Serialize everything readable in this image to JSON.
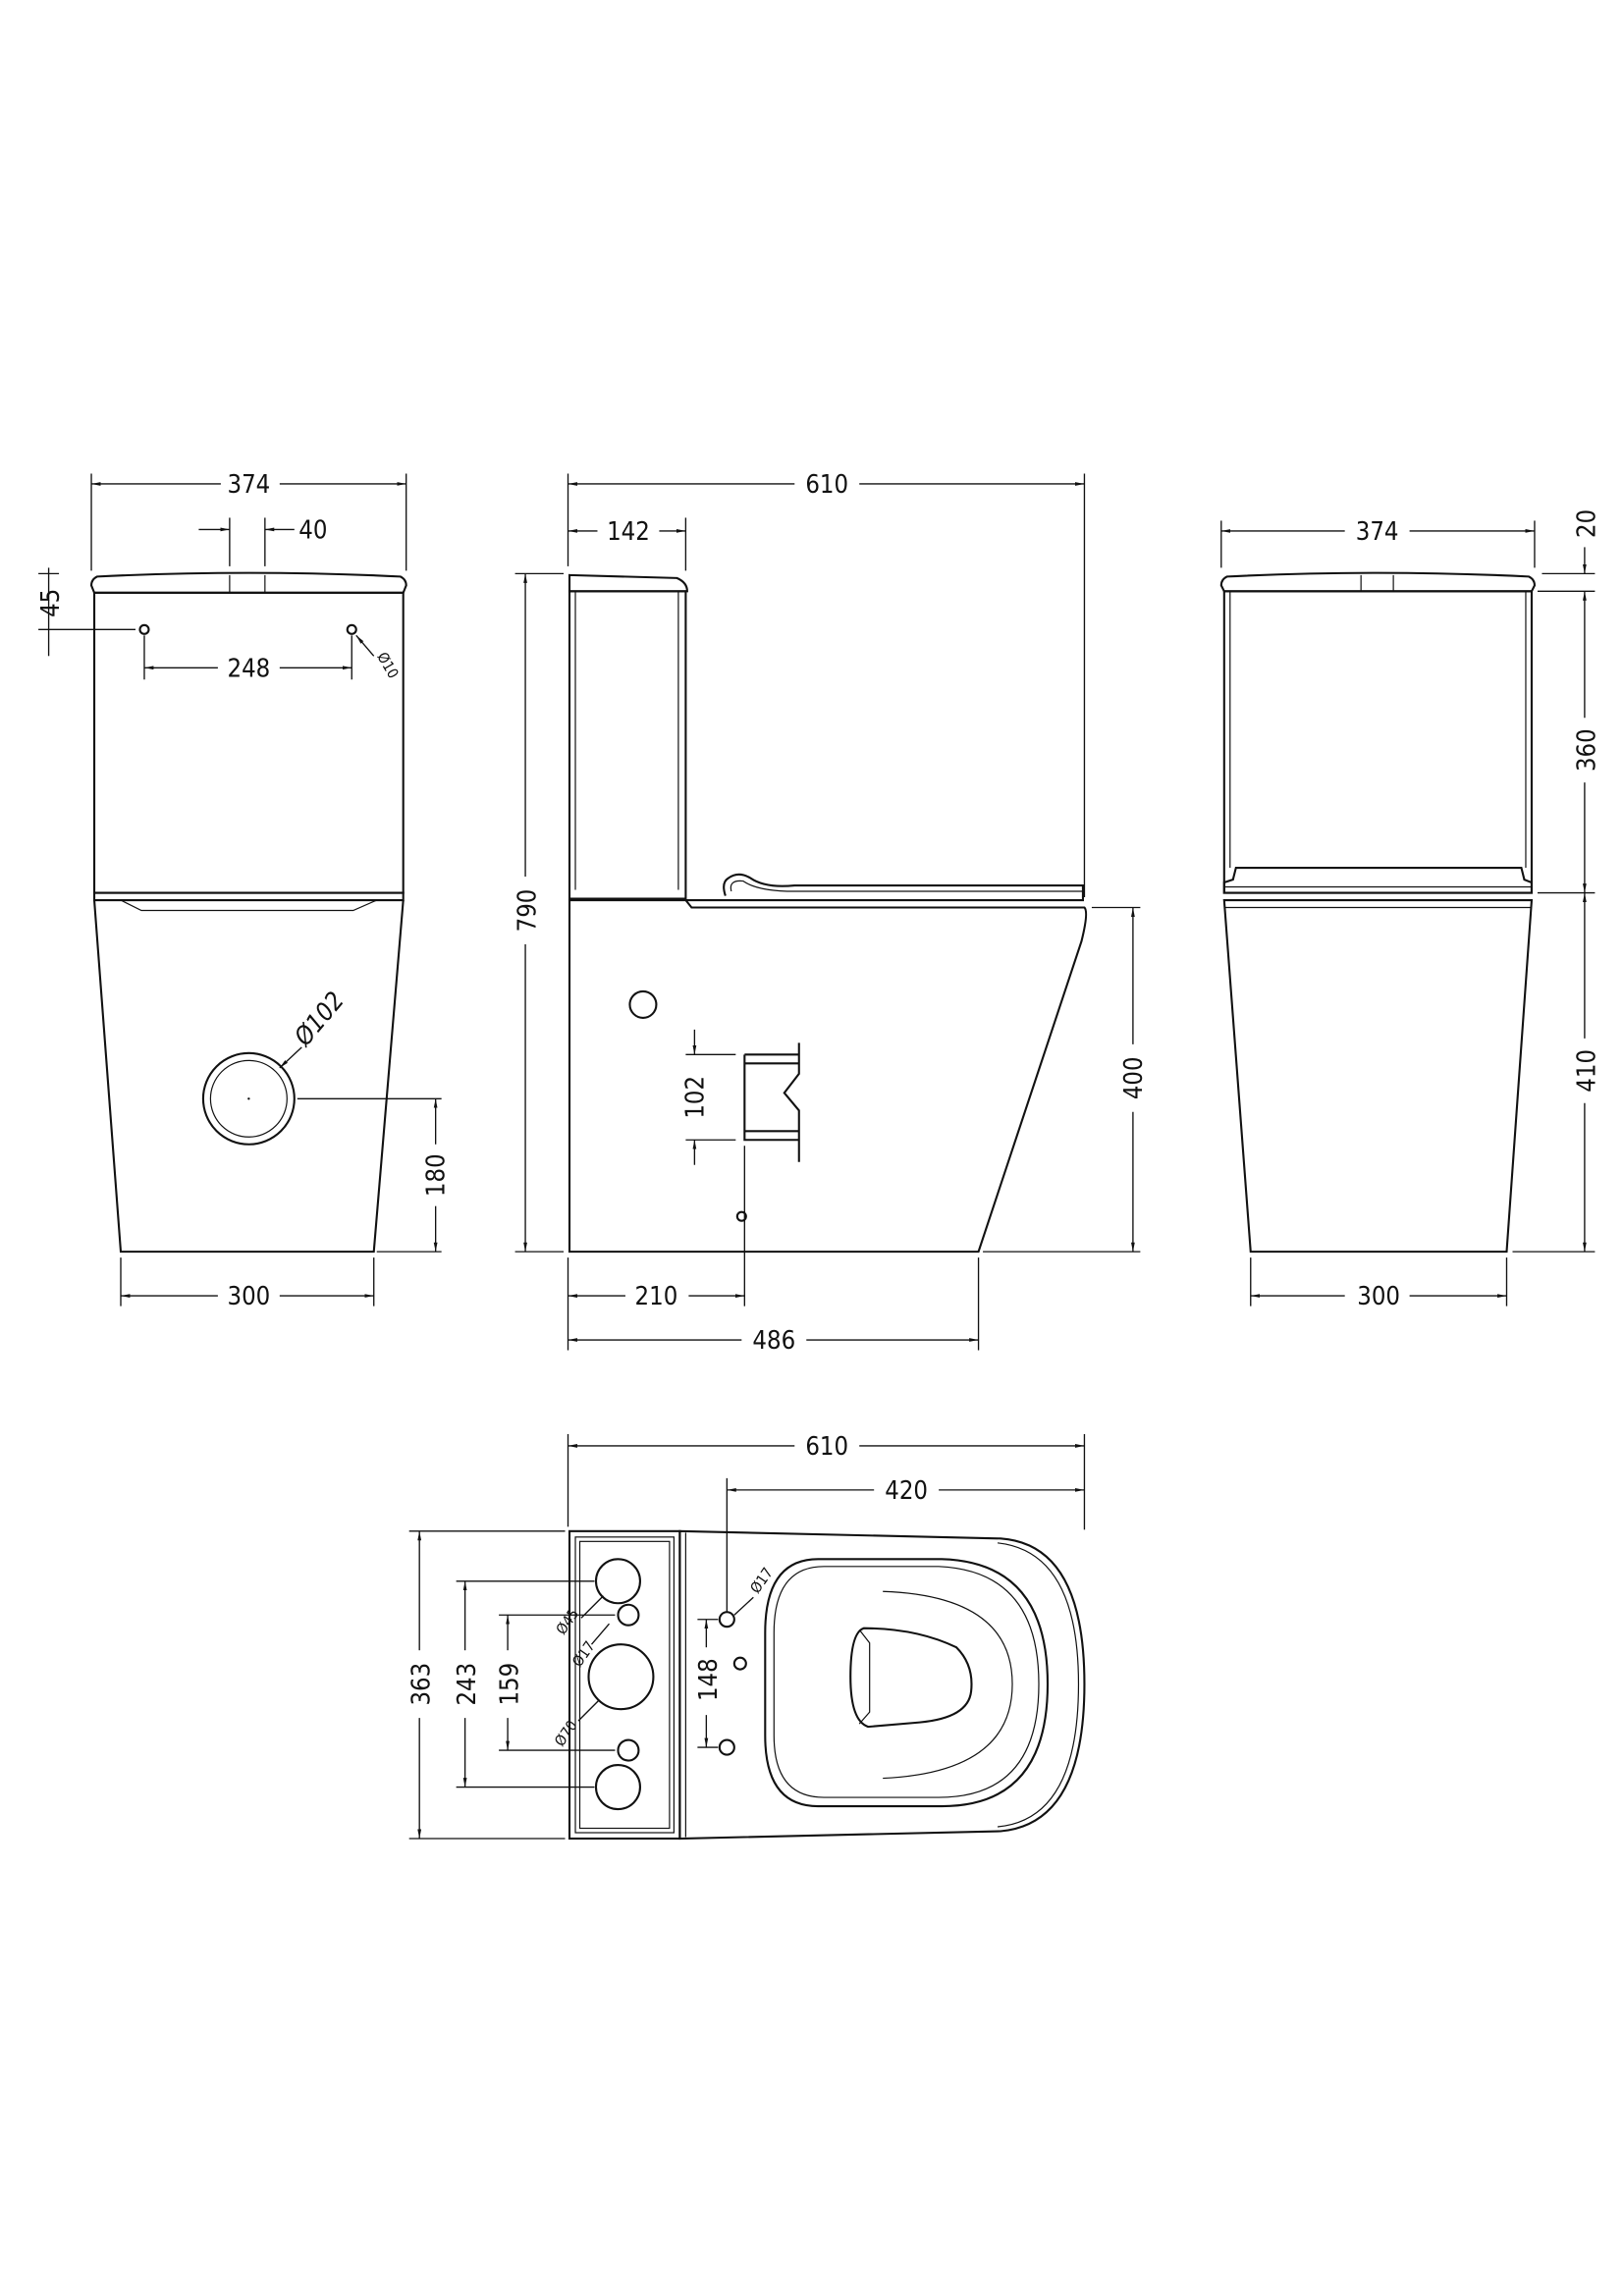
{
  "front_view": {
    "width_top": "374",
    "flush_button": "40",
    "lid_to_holes": "45",
    "hole_spacing": "248",
    "hole_diameter": "Ø10",
    "waste_diameter": "Ø102",
    "waste_height": "180",
    "base_width": "300"
  },
  "side_view": {
    "overall_depth": "610",
    "tank_depth": "142",
    "overall_height": "790",
    "pan_height": "400",
    "waste_outlet": "102",
    "outlet_from_wall": "210",
    "base_depth": "486"
  },
  "back_view": {
    "width_top": "374",
    "lid_height": "20",
    "tank_height": "360",
    "pan_height": "410",
    "base_width": "300"
  },
  "top_view": {
    "overall_depth": "610",
    "seat_hole_from_front": "420",
    "overall_width": "363",
    "outer_holes": "243",
    "inner_holes": "159",
    "seat_holes": "148",
    "seat_hole_diameter": "Ø17",
    "hole_45": "Ø45",
    "hole_17": "Ø17",
    "hole_70": "Ø70"
  },
  "line_color": "#111111"
}
